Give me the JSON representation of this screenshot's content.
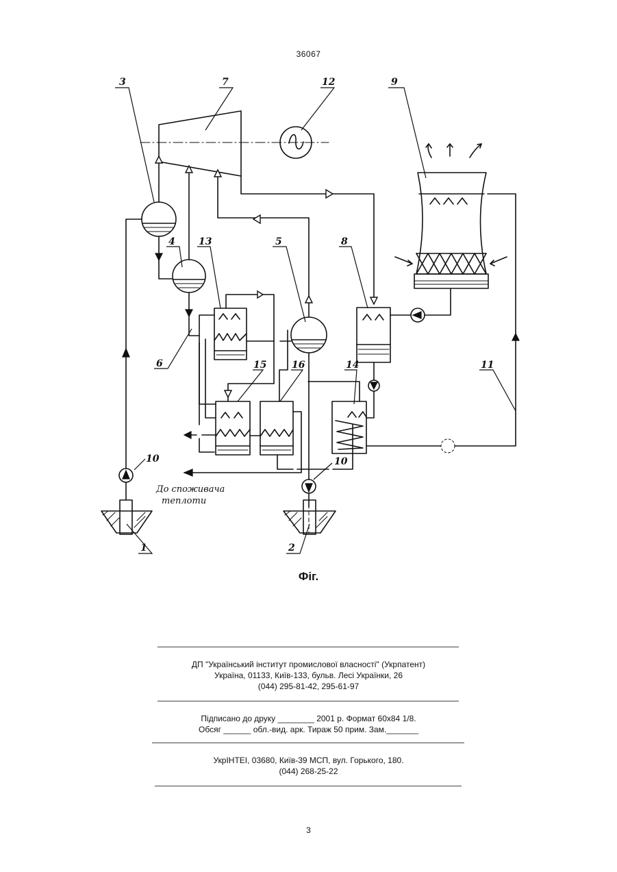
{
  "header": {
    "doc_number": "36067"
  },
  "figure": {
    "caption": "Фіг.",
    "labels": {
      "l1": "1",
      "l2": "2",
      "l3": "3",
      "l4": "4",
      "l5": "5",
      "l6": "6",
      "l7": "7",
      "l8": "8",
      "l9": "9",
      "l10a": "10",
      "l10b": "10",
      "l11": "11",
      "l12": "12",
      "l13": "13",
      "l14": "14",
      "l15": "15",
      "l16": "16"
    },
    "consumer_line1": "До споживача",
    "consumer_line2": "теплоти"
  },
  "imprint": {
    "publisher_line1": "ДП \"Український інститут промислової власності\" (Укрпатент)",
    "publisher_line2": "Україна, 01133, Київ-133, бульв. Лесі Українки, 26",
    "publisher_line3": "(044) 295-81-42, 295-61-97",
    "print_line1": "Підписано до друку ________ 2001 р.    Формат 60х84 1/8.",
    "print_line2": "Обсяг ______ обл.-вид. арк.   Тираж 50 прим.    Зам._______",
    "printer_line1": "УкрІНТЕІ, 03680, Київ-39 МСП, вул. Горького, 180.",
    "printer_line2": "(044) 268-25-22"
  },
  "footer": {
    "page_number": "3"
  }
}
